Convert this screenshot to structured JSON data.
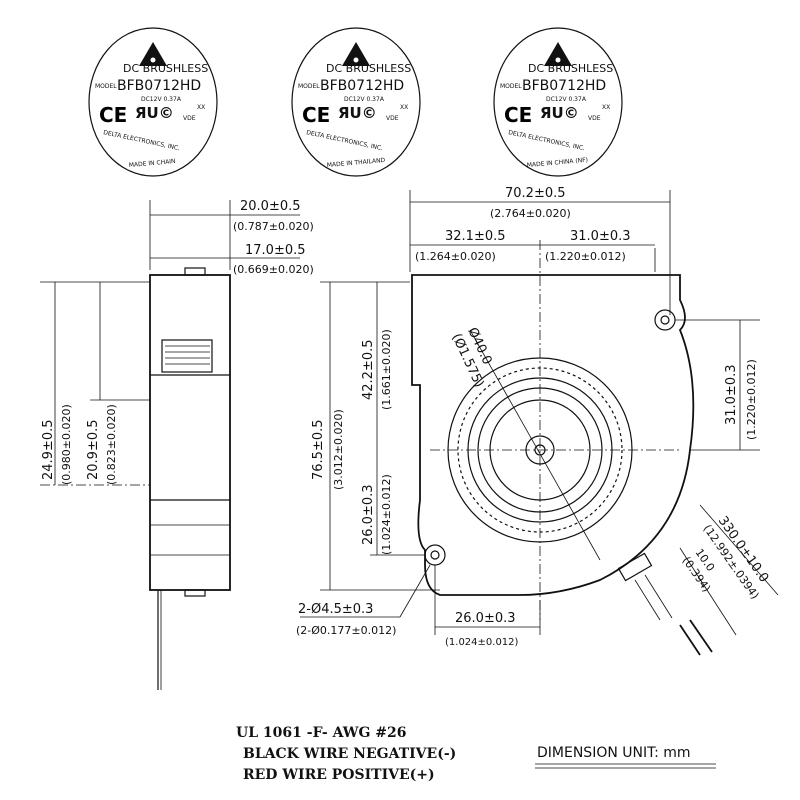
{
  "labels": [
    {
      "line1": "DC BRUSHLESS",
      "model_prefix": "MODEL",
      "model": "BFB0712HD",
      "rating": "DC12V  0.37A",
      "ce": "CE",
      "xx": "XX",
      "vde": "VDE",
      "maker": "DELTA ELECTRONICS, INC.",
      "origin": "MADE IN CHAIN"
    },
    {
      "line1": "DC BRUSHLESS",
      "model_prefix": "MODEL",
      "model": "BFB0712HD",
      "rating": "DC12V  0.37A",
      "ce": "CE",
      "xx": "XX",
      "vde": "VDE",
      "maker": "DELTA ELECTRONICS, INC.",
      "origin": "MADE IN THAILAND"
    },
    {
      "line1": "DC BRUSHLESS",
      "model_prefix": "MODEL",
      "model": "BFB0712HD",
      "rating": "DC12V  0.37A",
      "ce": "CE",
      "xx": "XX",
      "vde": "VDE",
      "maker": "DELTA ELECTRONICS, INC.",
      "origin": "MADE IN CHINA (NF)"
    }
  ],
  "side_view": {
    "width_total": "20.0±0.5",
    "width_total_in": "(0.787±0.020)",
    "width_inner": "17.0±0.5",
    "width_inner_in": "(0.669±0.020)",
    "height_a": "24.9±0.5",
    "height_a_in": "(0.980±0.020)",
    "height_b": "20.9±0.5",
    "height_b_in": "(0.823±0.020)"
  },
  "front_view": {
    "overall_width": "70.2±0.5",
    "overall_width_in": "(2.764±0.020)",
    "left_width": "32.1±0.5",
    "left_width_in": "(1.264±0.020)",
    "right_width": "31.0±0.3",
    "right_width_in": "(1.220±0.012)",
    "overall_height": "76.5±0.5",
    "overall_height_in": "(3.012±0.020)",
    "upper_height": "42.2±0.5",
    "upper_height_in": "(1.661±0.020)",
    "lower_height": "26.0±0.3",
    "lower_height_in": "(1.024±0.012)",
    "right_height": "31.0±0.3",
    "right_height_in": "(1.220±0.012)",
    "impeller_dia": "Ø40.0",
    "impeller_dia_in": "(Ø1.575)",
    "holes": "2-Ø4.5±0.3",
    "holes_in": "(2-Ø0.177±0.012)",
    "bottom_width": "26.0±0.3",
    "bottom_width_in": "(1.024±0.012)",
    "lead_length": "330.0±10.0",
    "lead_length_in": "(12.992±.0394)",
    "strip_length": "10.0",
    "strip_length_in": "(0.394)"
  },
  "notes": {
    "wire_spec": "UL 1061 -F- AWG #26",
    "black_wire": "BLACK WIRE NEGATIVE(-)",
    "red_wire": "RED WIRE POSITIVE(+)",
    "unit": "DIMENSION UNIT: mm"
  }
}
